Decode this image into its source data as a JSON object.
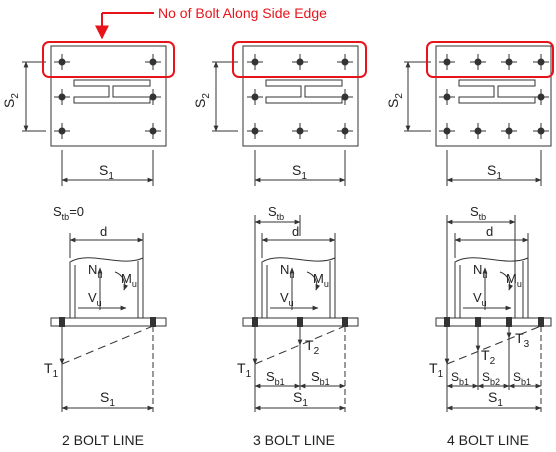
{
  "callout": {
    "text": "No of Bolt Along Side Edge",
    "color": "#e8141b"
  },
  "colors": {
    "line": "#333333",
    "bolt": "#333333",
    "highlight": "#e8141b"
  },
  "diagrams": [
    {
      "id": "two",
      "plan": {
        "s1": "S",
        "s1_sub": "1",
        "s2": "S",
        "s2_sub": "2"
      },
      "section": {
        "stb": "S",
        "stb_sub": "tb",
        "stb_eq": "=0",
        "d": "d",
        "nu": "N",
        "nu_sub": "u",
        "mu": "M",
        "mu_sub": "u",
        "vu": "V",
        "vu_sub": "u",
        "t1": "T",
        "t1_sub": "1",
        "s1": "S",
        "s1_sub": "1"
      },
      "caption": "2 BOLT LINE"
    },
    {
      "id": "three",
      "plan": {
        "s1": "S",
        "s1_sub": "1",
        "s2": "S",
        "s2_sub": "2"
      },
      "section": {
        "stb": "S",
        "stb_sub": "tb",
        "d": "d",
        "nu": "N",
        "nu_sub": "u",
        "mu": "M",
        "mu_sub": "u",
        "vu": "V",
        "vu_sub": "u",
        "t1": "T",
        "t1_sub": "1",
        "t2": "T",
        "t2_sub": "2",
        "sb1a": "S",
        "sb1a_sub": "b1",
        "sb1b": "S",
        "sb1b_sub": "b1",
        "s1": "S",
        "s1_sub": "1"
      },
      "caption": "3 BOLT LINE"
    },
    {
      "id": "four",
      "plan": {
        "s1": "S",
        "s1_sub": "1",
        "s2": "S",
        "s2_sub": "2"
      },
      "section": {
        "stb": "S",
        "stb_sub": "tb",
        "d": "d",
        "nu": "N",
        "nu_sub": "u",
        "mu": "M",
        "mu_sub": "u",
        "vu": "V",
        "vu_sub": "u",
        "t1": "T",
        "t1_sub": "1",
        "t2": "T",
        "t2_sub": "2",
        "t3": "T",
        "t3_sub": "3",
        "sb1a": "S",
        "sb1a_sub": "b1",
        "sb2": "S",
        "sb2_sub": "b2",
        "sb1b": "S",
        "sb1b_sub": "b1",
        "s1": "S",
        "s1_sub": "1"
      },
      "caption": "4 BOLT LINE"
    }
  ]
}
